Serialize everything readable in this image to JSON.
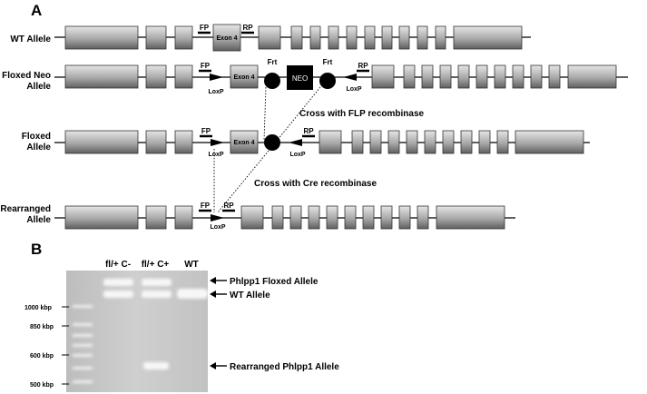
{
  "panel_a": {
    "label": "A",
    "rows": [
      {
        "label_lines": [
          "WT Allele"
        ]
      },
      {
        "label_lines": [
          "Floxed Neo",
          "Allele"
        ]
      },
      {
        "label_lines": [
          "Floxed",
          "Allele"
        ]
      },
      {
        "label_lines": [
          "Rearranged",
          "Allele"
        ]
      }
    ],
    "exon4": "Exon 4",
    "neo": "NEO",
    "fp": "FP",
    "rp": "RP",
    "loxp": "LoxP",
    "frt": "Frt",
    "cross_flp": "Cross with FLP recombinase",
    "cross_cre": "Cross with Cre recombinase"
  },
  "panel_b": {
    "label": "B",
    "lanes": [
      "fl/+ C-",
      "fl/+ C+",
      "WT"
    ],
    "ladder": [
      "1000 kbp",
      "850 kbp",
      "600 kbp",
      "500 kbp"
    ],
    "annotations": [
      "Phlpp1 Floxed Allele",
      "WT Allele",
      "Rearranged Phlpp1 Allele"
    ]
  },
  "colors": {
    "exon_light": "#d9d9d9",
    "exon_dark": "#6e6e6e",
    "neo": "#000000",
    "gel_background": "#c8c8c8",
    "gel_band": "#f4f4f4"
  }
}
